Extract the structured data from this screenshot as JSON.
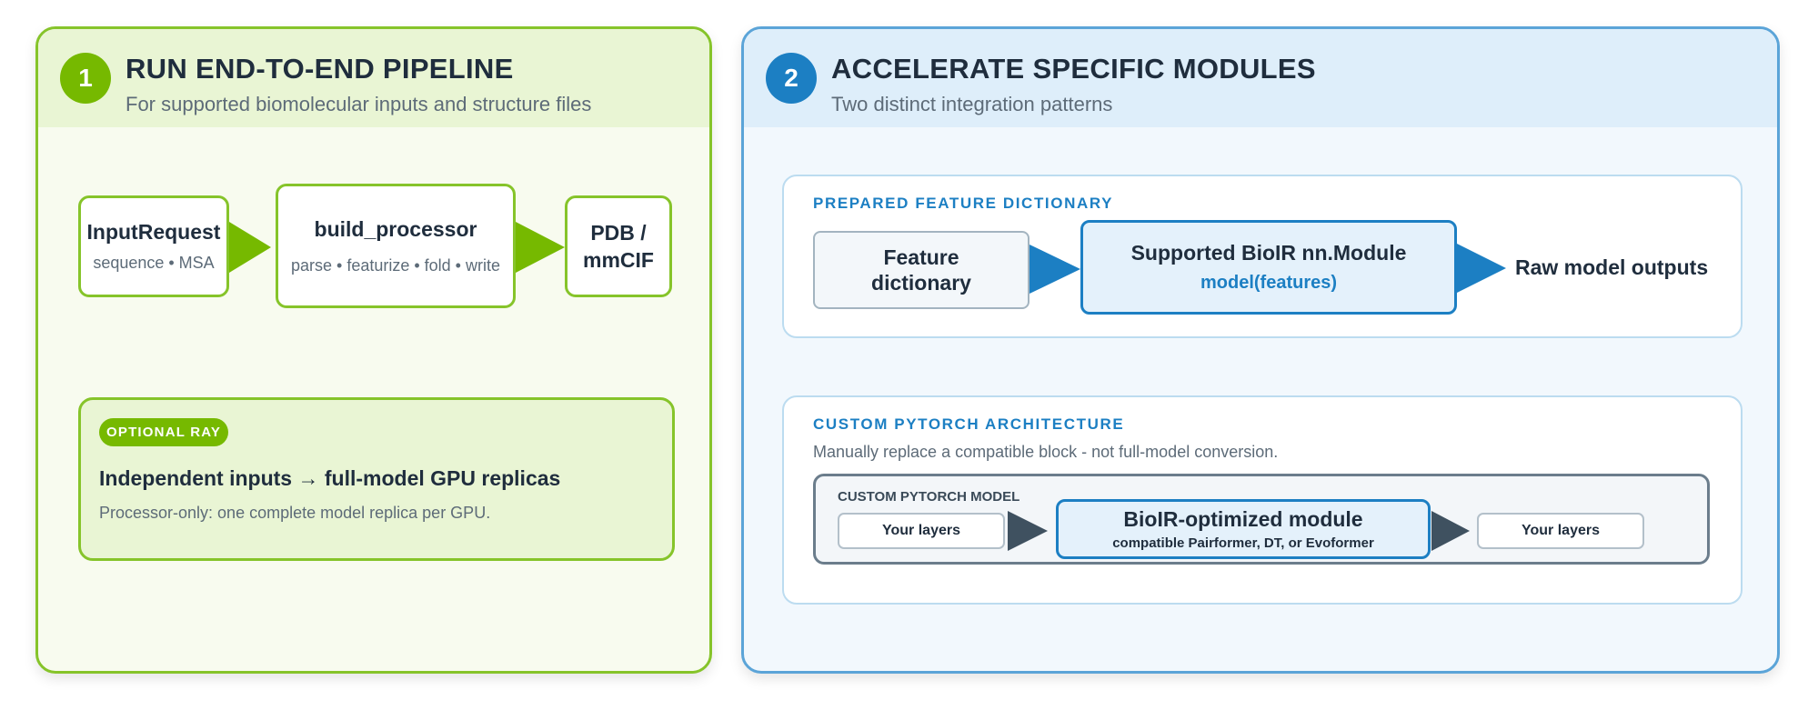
{
  "pipeline": {
    "number": "1",
    "title": "RUN END-TO-END PIPELINE",
    "subtitle": "For supported biomolecular inputs and structure files",
    "flow": [
      {
        "title": "InputRequest",
        "sub": "sequence • MSA"
      },
      {
        "title": "build_processor",
        "sub": "parse • featurize • fold • write"
      },
      {
        "title_line1": "PDB /",
        "title_line2": "mmCIF"
      }
    ],
    "ray": {
      "tag": "OPTIONAL RAY",
      "title": "Independent inputs → full-model GPU replicas",
      "desc": "Processor-only: one complete model replica per GPU."
    }
  },
  "accelerate": {
    "number": "2",
    "title": "ACCELERATE SPECIFIC MODULES",
    "subtitle": "Two distinct integration patterns",
    "prepared": {
      "title": "PREPARED FEATURE DICTIONARY",
      "feature_line1": "Feature",
      "feature_line2": "dictionary",
      "module_title": "Supported BioIR nn.Module",
      "module_sub": "model(features)",
      "output": "Raw model outputs"
    },
    "custom": {
      "title": "CUSTOM PYTORCH ARCHITECTURE",
      "note": "Manually replace a compatible block - not full-model conversion.",
      "model_label": "CUSTOM PYTORCH MODEL",
      "layers_left": "Your layers",
      "module_title": "BioIR-optimized module",
      "module_sub": "compatible Pairformer, DT, or Evoformer",
      "layers_right": "Your layers"
    }
  },
  "colors": {
    "green": "#76b900",
    "blue": "#1c7fc3",
    "slate": "#3f5160"
  }
}
